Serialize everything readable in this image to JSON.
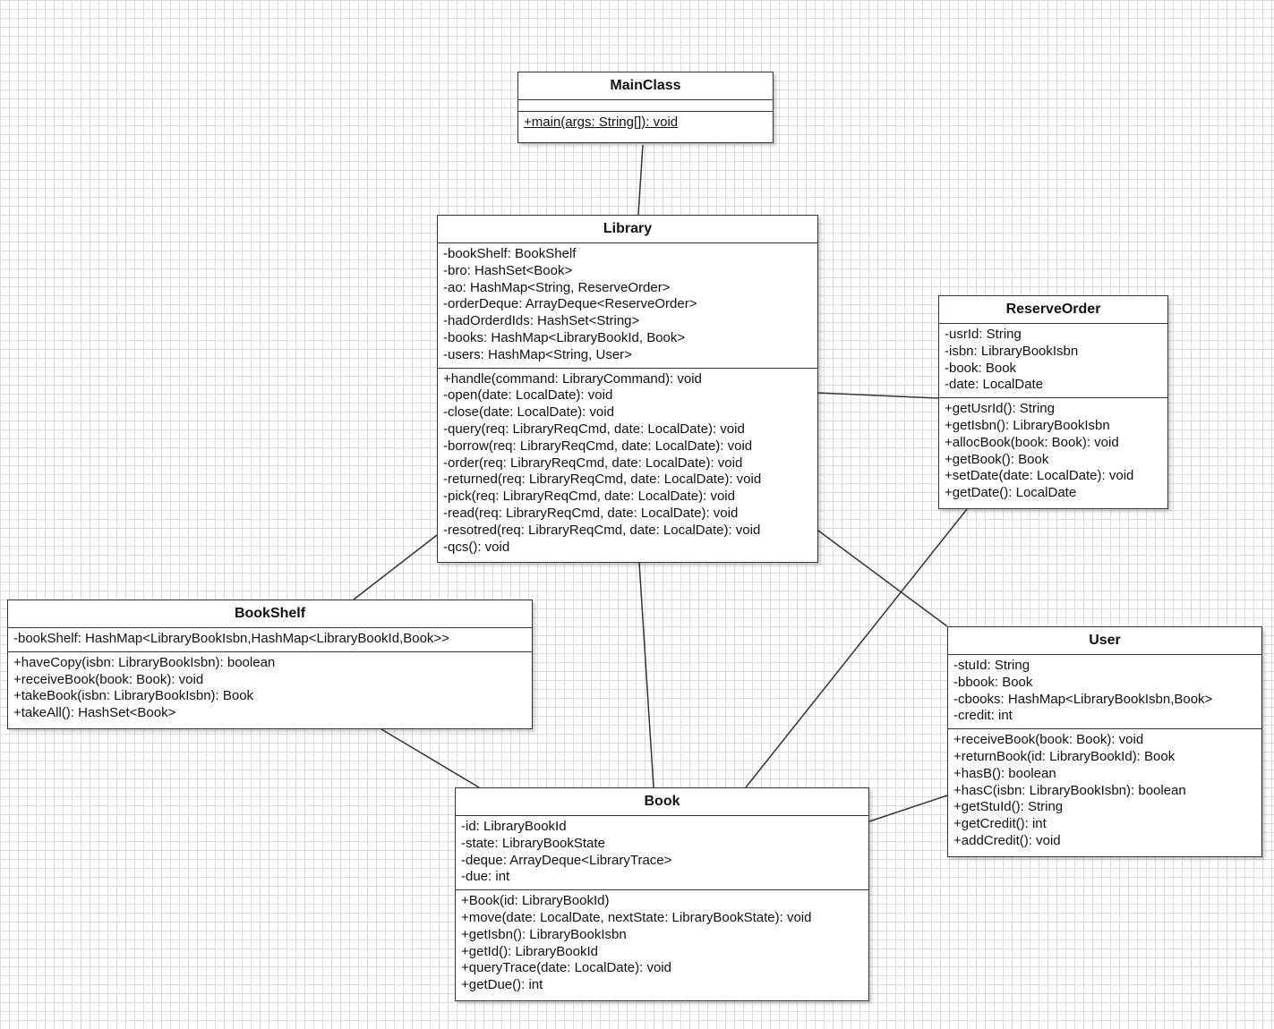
{
  "diagram": {
    "type": "uml-class-diagram",
    "classes": [
      {
        "id": "mainclass",
        "name": "MainClass",
        "attributes": [],
        "methods": [
          "+main(args: String[]): void"
        ],
        "static_methods": [
          0
        ]
      },
      {
        "id": "library",
        "name": "Library",
        "attributes": [
          "-bookShelf: BookShelf",
          "-bro: HashSet<Book>",
          "-ao: HashMap<String, ReserveOrder>",
          "-orderDeque: ArrayDeque<ReserveOrder>",
          "-hadOrderdIds: HashSet<String>",
          "-books: HashMap<LibraryBookId, Book>",
          "-users: HashMap<String, User>"
        ],
        "methods": [
          "+handle(command: LibraryCommand): void",
          "-open(date: LocalDate): void",
          "-close(date: LocalDate): void",
          "-query(req: LibraryReqCmd, date: LocalDate): void",
          "-borrow(req: LibraryReqCmd, date: LocalDate): void",
          "-order(req: LibraryReqCmd, date: LocalDate): void",
          "-returned(req: LibraryReqCmd, date: LocalDate): void",
          "-pick(req: LibraryReqCmd, date: LocalDate): void",
          "-read(req: LibraryReqCmd, date: LocalDate): void",
          "-resotred(req: LibraryReqCmd, date: LocalDate): void",
          "-qcs(): void"
        ]
      },
      {
        "id": "reserveorder",
        "name": "ReserveOrder",
        "attributes": [
          "-usrId: String",
          "-isbn: LibraryBookIsbn",
          "-book: Book",
          "-date: LocalDate"
        ],
        "methods": [
          "+getUsrId(): String",
          "+getIsbn(): LibraryBookIsbn",
          "+allocBook(book: Book): void",
          "+getBook(): Book",
          "+setDate(date: LocalDate): void",
          "+getDate(): LocalDate"
        ]
      },
      {
        "id": "bookshelf",
        "name": "BookShelf",
        "attributes": [
          "-bookShelf: HashMap<LibraryBookIsbn,HashMap<LibraryBookId,Book>>"
        ],
        "methods": [
          "+haveCopy(isbn: LibraryBookIsbn): boolean",
          "+receiveBook(book: Book): void",
          "+takeBook(isbn: LibraryBookIsbn): Book",
          "+takeAll(): HashSet<Book>"
        ]
      },
      {
        "id": "user",
        "name": "User",
        "attributes": [
          "-stuId: String",
          "-bbook: Book",
          "-cbooks: HashMap<LibraryBookIsbn,Book>",
          "-credit: int"
        ],
        "methods": [
          "+receiveBook(book: Book): void",
          "+returnBook(id: LibraryBookId): Book",
          "+hasB(): boolean",
          "+hasC(isbn: LibraryBookIsbn): boolean",
          "+getStuId(): String",
          "+getCredit(): int",
          "+addCredit(): void"
        ]
      },
      {
        "id": "book",
        "name": "Book",
        "attributes": [
          "-id: LibraryBookId",
          "-state: LibraryBookState",
          "-deque: ArrayDeque<LibraryTrace>",
          "-due: int"
        ],
        "methods": [
          "+Book(id: LibraryBookId)",
          "+move(date: LocalDate, nextState: LibraryBookState): void",
          "+getIsbn(): LibraryBookIsbn",
          "+getId(): LibraryBookId",
          "+queryTrace(date: LocalDate): void",
          "+getDue(): int"
        ]
      }
    ],
    "associations": [
      {
        "from": "mainclass",
        "to": "library"
      },
      {
        "from": "library",
        "to": "reserveorder"
      },
      {
        "from": "library",
        "to": "bookshelf"
      },
      {
        "from": "library",
        "to": "book"
      },
      {
        "from": "library",
        "to": "user"
      },
      {
        "from": "reserveorder",
        "to": "book"
      },
      {
        "from": "bookshelf",
        "to": "book"
      },
      {
        "from": "user",
        "to": "book"
      }
    ]
  },
  "colors": {
    "line": "#333333",
    "grid": "#dcdcdc",
    "box": "#ffffff"
  }
}
